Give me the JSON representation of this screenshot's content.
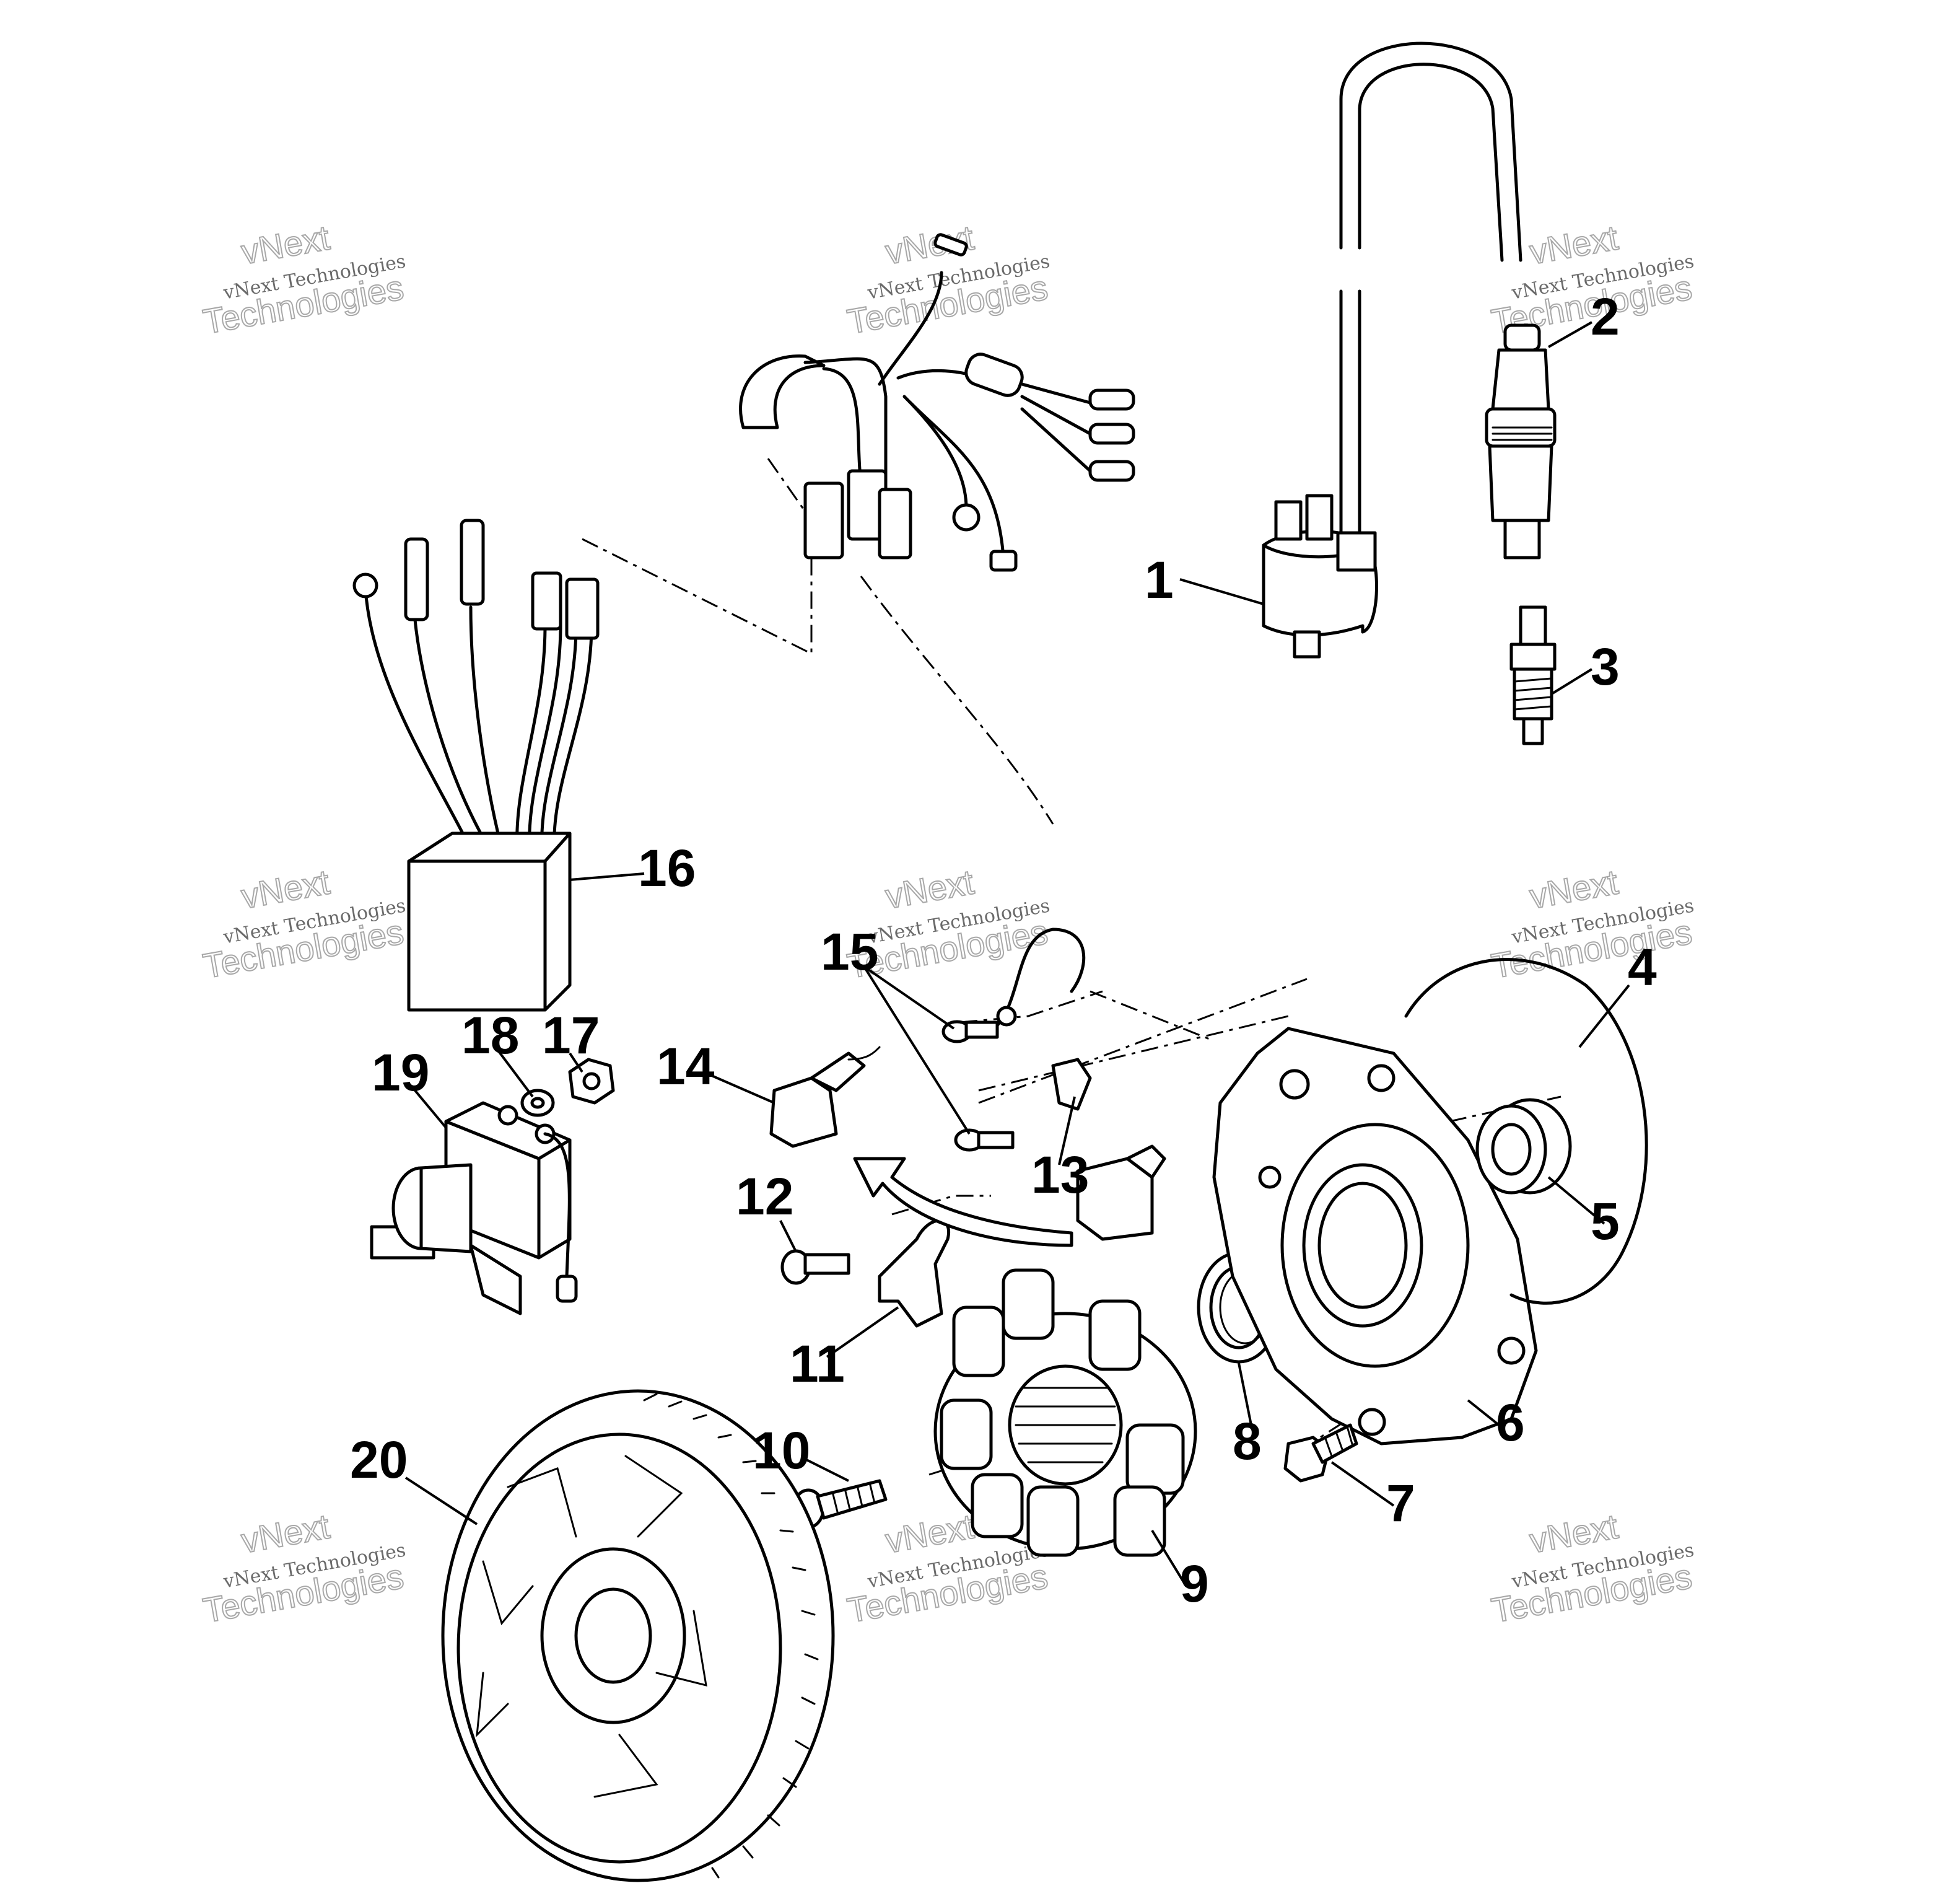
{
  "callouts": [
    {
      "id": "1",
      "label": "1"
    },
    {
      "id": "2",
      "label": "2"
    },
    {
      "id": "3",
      "label": "3"
    },
    {
      "id": "4",
      "label": "4"
    },
    {
      "id": "5",
      "label": "5"
    },
    {
      "id": "6",
      "label": "6"
    },
    {
      "id": "7",
      "label": "7"
    },
    {
      "id": "8",
      "label": "8"
    },
    {
      "id": "9",
      "label": "9"
    },
    {
      "id": "10",
      "label": "10"
    },
    {
      "id": "11",
      "label": "11"
    },
    {
      "id": "12",
      "label": "12"
    },
    {
      "id": "13",
      "label": "13"
    },
    {
      "id": "14",
      "label": "14"
    },
    {
      "id": "15",
      "label": "15"
    },
    {
      "id": "16",
      "label": "16"
    },
    {
      "id": "17",
      "label": "17"
    },
    {
      "id": "18",
      "label": "18"
    },
    {
      "id": "19",
      "label": "19"
    },
    {
      "id": "20",
      "label": "20"
    }
  ],
  "watermark": {
    "line_small": "vNext Technologies",
    "line_big_1": "vNext",
    "line_big_2": "Technologies"
  }
}
